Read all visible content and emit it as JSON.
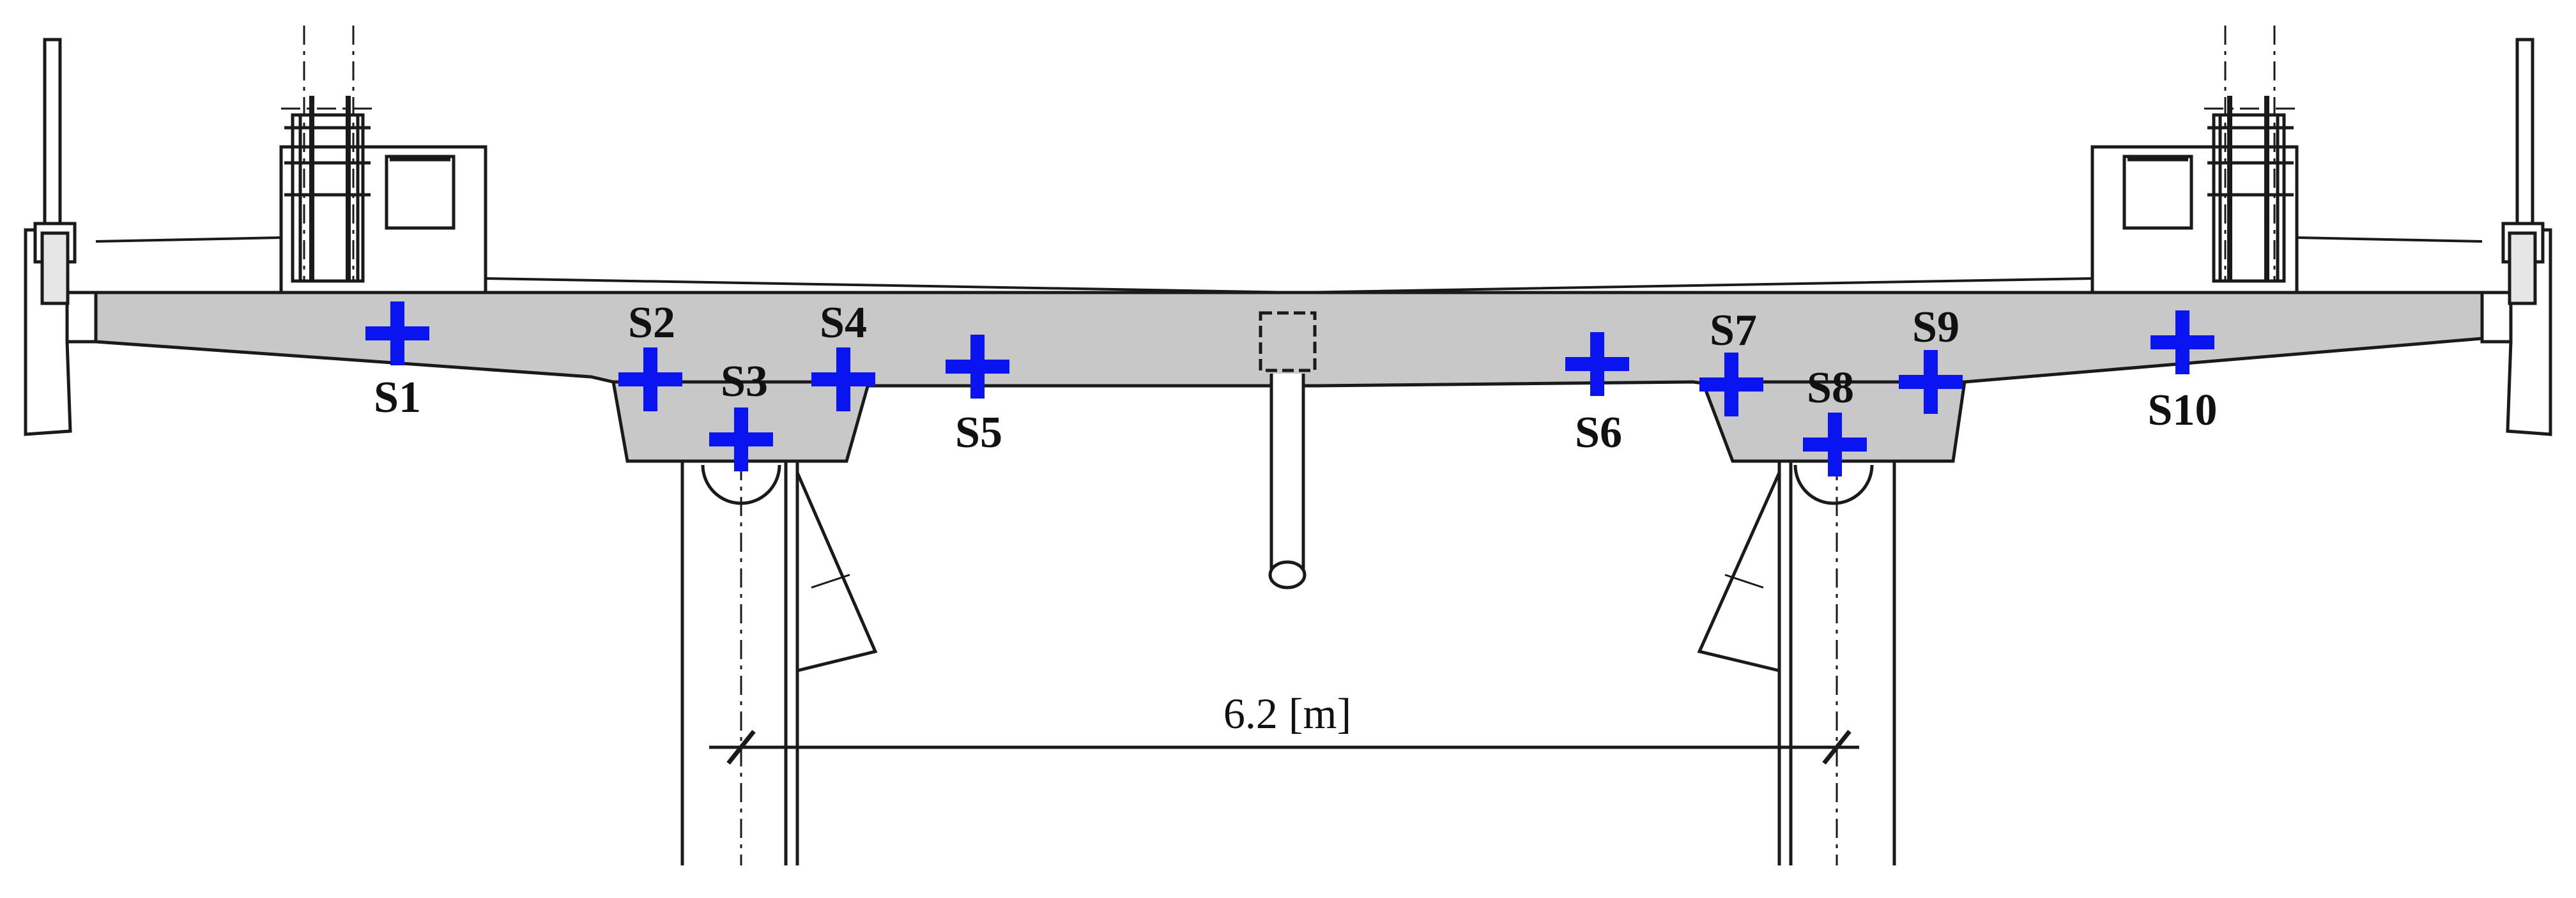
{
  "diagram": {
    "dimension_label": "6.2 [m]",
    "sensors": [
      {
        "id": "S1",
        "label": "S1"
      },
      {
        "id": "S2",
        "label": "S2"
      },
      {
        "id": "S3",
        "label": "S3"
      },
      {
        "id": "S4",
        "label": "S4"
      },
      {
        "id": "S5",
        "label": "S5"
      },
      {
        "id": "S6",
        "label": "S6"
      },
      {
        "id": "S7",
        "label": "S7"
      },
      {
        "id": "S8",
        "label": "S8"
      },
      {
        "id": "S9",
        "label": "S9"
      },
      {
        "id": "S10",
        "label": "S10"
      }
    ],
    "colors": {
      "deck_fill": "#c8c8c8",
      "line": "#1a1a1a",
      "sensor_marker": "#0a14f0"
    },
    "icons": {
      "sensor": "plus-marker-icon"
    }
  }
}
